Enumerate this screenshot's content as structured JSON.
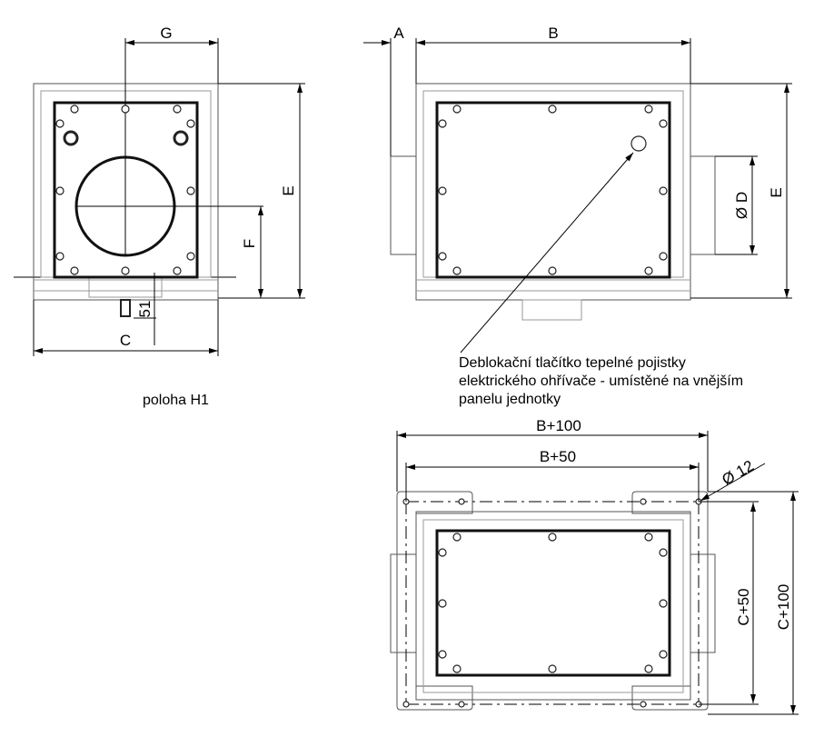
{
  "labels": {
    "G": "G",
    "E_left": "E",
    "F": "F",
    "C": "C",
    "dim_51": "51",
    "A": "A",
    "B": "B",
    "D": "Ø D",
    "E_right": "E",
    "B100": "B+100",
    "B50": "B+50",
    "C50": "C+50",
    "C100": "C+100",
    "phi12": "Ø 12"
  },
  "position_caption": "poloha H1",
  "note_lines": [
    "Deblokační tlačítko tepelné pojistky",
    "elektrického ohřívače - umístěné na vnějším",
    "panelu jednotky"
  ]
}
